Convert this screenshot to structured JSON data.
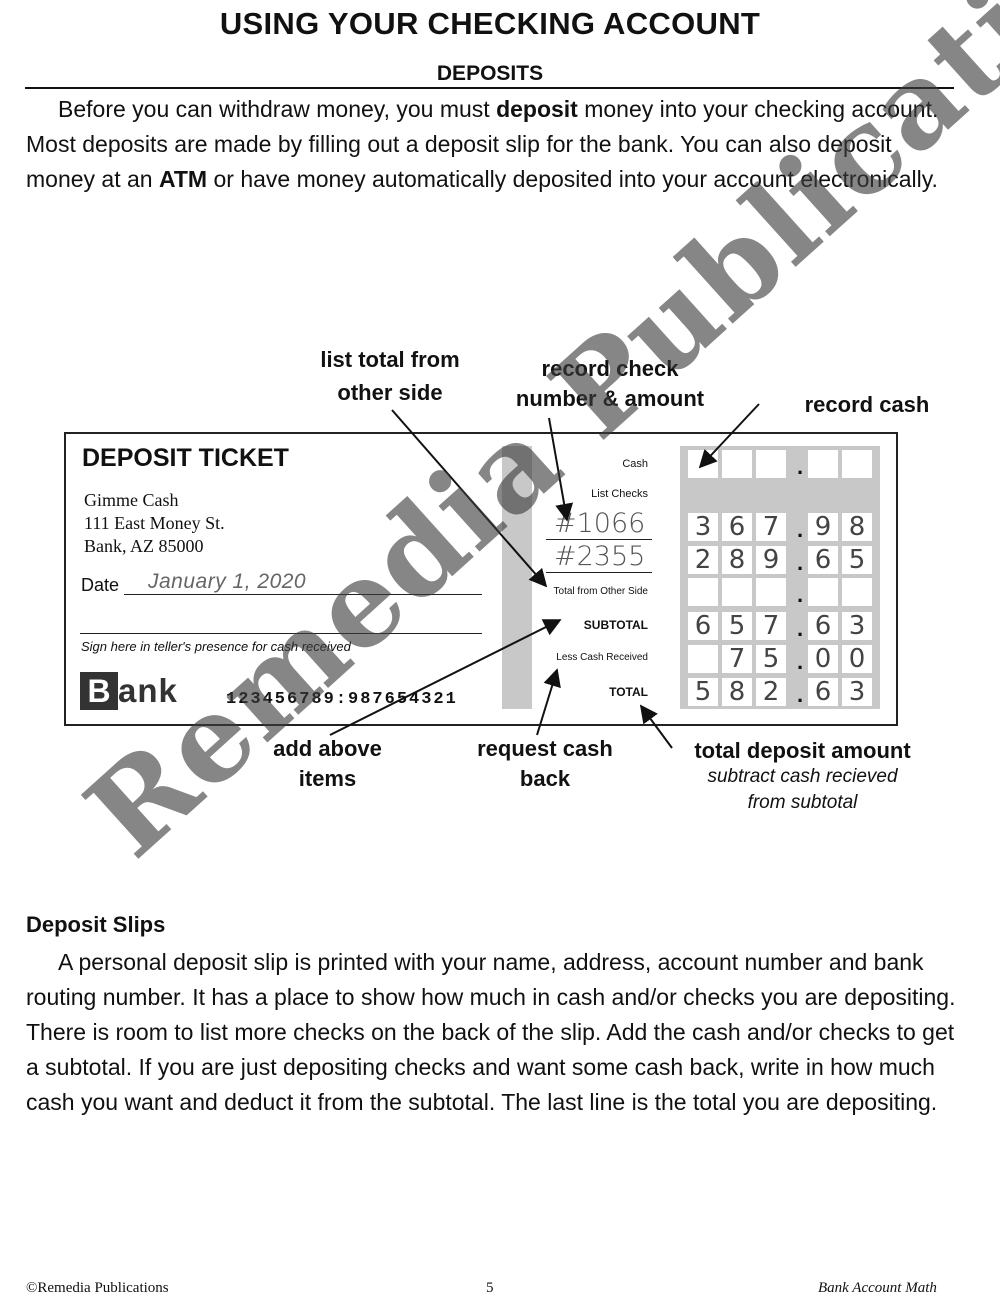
{
  "page": {
    "title": "USING YOUR CHECKING ACCOUNT",
    "subtitle": "DEPOSITS"
  },
  "intro": {
    "text_before_deposit": "Before you can withdraw money, you must ",
    "bold_deposit": "deposit",
    "text_after_deposit": " money into your checking account. Most deposits are made by filling out a deposit slip for the bank. You can also deposit money at an ",
    "bold_atm": "ATM",
    "text_after_atm": " or have money automatically deposited into your account electronically."
  },
  "callouts": {
    "list_total_line1": "list total from",
    "list_total_line2": "other side",
    "record_check_line1": "record check",
    "record_check_line2": "number & amount",
    "record_cash": "record cash",
    "add_above_line1": "add above",
    "add_above_line2": "items",
    "request_cash_line1": "request cash",
    "request_cash_line2": "back",
    "total_deposit": "total deposit amount",
    "total_deposit_sub1": "subtract cash recieved",
    "total_deposit_sub2": "from subtotal"
  },
  "ticket": {
    "title": "DEPOSIT TICKET",
    "name": "Gimme Cash",
    "street": "111 East Money St.",
    "city": "Bank, AZ 85000",
    "date_label": "Date",
    "date_value": "January 1, 2020",
    "sign_label": "Sign here in teller's presence for cash received",
    "bank_logo_initial": "B",
    "bank_logo_rest": "ank",
    "micr": "123456789:987654321",
    "rows": {
      "cash": "Cash",
      "list_checks": "List Checks",
      "check1_number": "#1066",
      "check2_number": "#2355",
      "total_other_side": "Total from Other Side",
      "subtotal": "SUBTOTAL",
      "less_cash": "Less Cash Received",
      "total": "TOTAL"
    },
    "amounts": {
      "check1": [
        "3",
        "6",
        "7",
        "9",
        "8"
      ],
      "check2": [
        "2",
        "8",
        "9",
        "6",
        "5"
      ],
      "subtotal": [
        "6",
        "5",
        "7",
        "6",
        "3"
      ],
      "less_cash": [
        "",
        "7",
        "5",
        "0",
        "0"
      ],
      "total": [
        "5",
        "8",
        "2",
        "6",
        "3"
      ],
      "decimal_point": "."
    }
  },
  "watermark": "Remedia Publications",
  "section": {
    "title": "Deposit Slips",
    "body": "A personal deposit slip is printed with your name, address, account number and bank routing number. It has a place to show how much in cash and/or checks you are depositing. There is room to list more checks on the back of the slip. Add the cash and/or checks to get a subtotal. If you are just depositing checks and want some cash back, write in how much cash you want and deduct it from the subtotal. The last line is the total you are depositing."
  },
  "footer": {
    "left": "©Remedia Publications",
    "center": "5",
    "right": "Bank Account Math"
  }
}
